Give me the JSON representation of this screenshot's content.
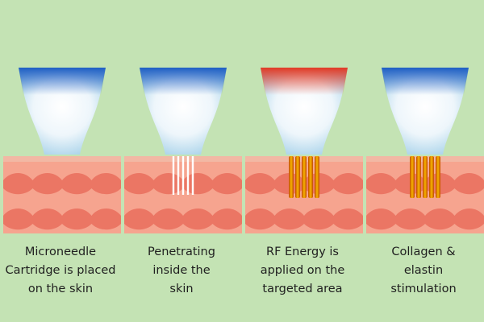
{
  "colors": {
    "background": "#c4e3b4",
    "skin_base": "#f6a48f",
    "skin_wave": "#e96f5d",
    "skin_top": "#f2b8a4",
    "tip_blue": "#1f5fc4",
    "tip_red": "#e23a25",
    "needle_white": "#ffffff",
    "needle_hot": "#f7b500",
    "needle_hot_edge": "#c14b00"
  },
  "steps": [
    {
      "tip": "blue",
      "needles": "none",
      "caption": [
        "Microneedle",
        "Cartridge is placed",
        "on the skin"
      ],
      "icon": "microneedle-handpiece-icon"
    },
    {
      "tip": "blue",
      "needles": "white",
      "caption": [
        "Penetrating",
        "inside the",
        "skin"
      ],
      "icon": "microneedle-handpiece-icon"
    },
    {
      "tip": "red",
      "needles": "hot",
      "caption": [
        "RF Energy is",
        "applied on the",
        "targeted area"
      ],
      "icon": "rf-handpiece-icon"
    },
    {
      "tip": "blue",
      "needles": "hot",
      "caption": [
        "Collagen &",
        "elastin",
        "stimulation"
      ],
      "icon": "microneedle-handpiece-icon"
    }
  ]
}
